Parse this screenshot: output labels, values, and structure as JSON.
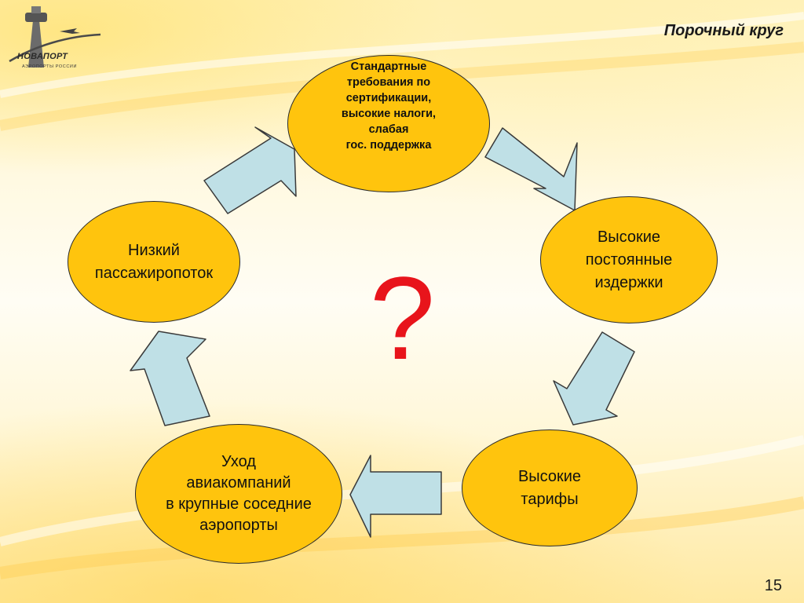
{
  "slide": {
    "title": "Порочный круг",
    "page_number": "15"
  },
  "logo": {
    "name": "НОВАПОРТ",
    "tagline": "АЭРОПОРТЫ РОССИИ"
  },
  "diagram": {
    "center_symbol": "?",
    "nodes": [
      {
        "text": "Стандартные\nтребования по\nсертификации,\nвысокие налоги,\nслабая\nгос. поддержка"
      },
      {
        "text": "Высокие\nпостоянные\nиздержки"
      },
      {
        "text": "Высокие\nтарифы"
      },
      {
        "text": "Уход\nавиакомпаний\nв крупные соседние\nаэропорты"
      },
      {
        "text": "Низкий\nпассажиропоток"
      }
    ]
  },
  "colors": {
    "node_fill": "#ffc40d",
    "arrow_fill": "#bfe0e6",
    "question_mark": "#e8141b"
  }
}
